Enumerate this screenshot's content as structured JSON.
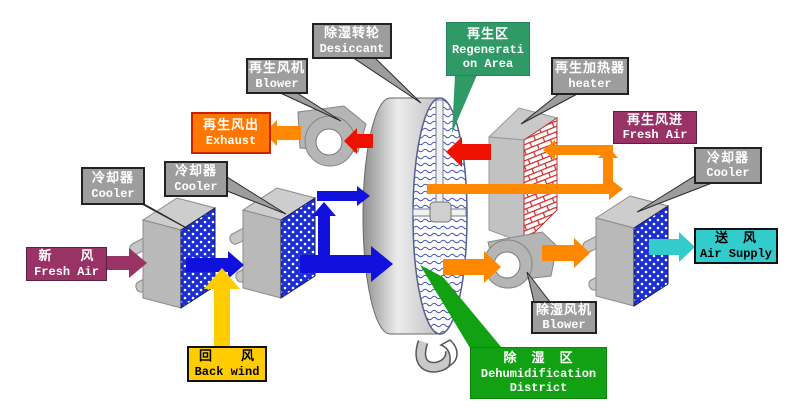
{
  "labels": {
    "desiccant": {
      "cn": "除湿转轮",
      "en": "Desiccant"
    },
    "regen_blower": {
      "cn": "再生风机",
      "en": "Blower"
    },
    "regen_area": {
      "cn": "再生区",
      "en": "Regenerati\non Area"
    },
    "regen_heater": {
      "cn": "再生加热器",
      "en": "heater"
    },
    "exhaust": {
      "cn": "再生风出",
      "en": "Exhaust"
    },
    "regen_fresh_air": {
      "cn": "再生风进",
      "en": "Fresh Air"
    },
    "cooler_right": {
      "cn": "冷却器",
      "en": "Cooler"
    },
    "cooler_mid": {
      "cn": "冷却器",
      "en": "Cooler"
    },
    "cooler_left": {
      "cn": "冷却器",
      "en": "Cooler"
    },
    "fresh_air": {
      "cn": "新　　风",
      "en": "Fresh Air"
    },
    "back_wind": {
      "cn": "回　　风",
      "en": "Back wind"
    },
    "dehum_blower": {
      "cn": "除湿风机",
      "en": "Blower"
    },
    "dehum_area": {
      "cn": "除　湿　区",
      "en": "Dehumidification\nDistrict"
    },
    "air_supply": {
      "cn": "送　风",
      "en": "Air Supply"
    }
  },
  "colors": {
    "label_gray": "#9d9d9d",
    "green_regeneration": "#2f9a66",
    "green_dehumidification": "#12a112",
    "magenta": "#993366",
    "exhaust_bg": "#ff7700",
    "exhaust_border": "#cc2200",
    "yellow": "#ffcc00",
    "cyan": "#33cccc",
    "arrow_red": "#ee1100",
    "arrow_orange": "#ff8800",
    "arrow_blue": "#1111dd",
    "cooler_face_blue": "#1b2ed1",
    "heater_brick_red": "#cc2e2e"
  }
}
